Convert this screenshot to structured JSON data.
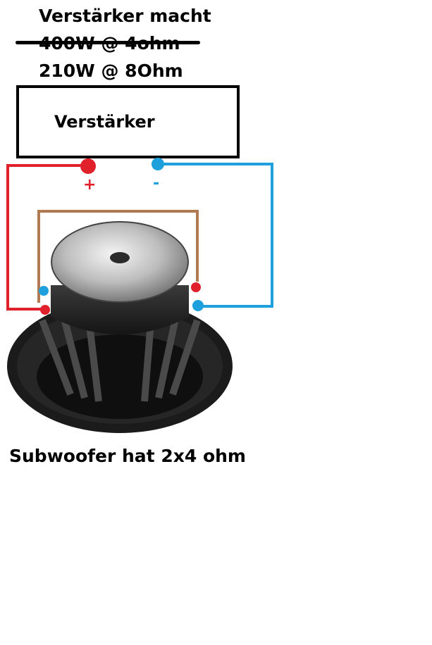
{
  "header": {
    "line1": "Verstärker macht",
    "line2_struck": "400W @ 4ohm",
    "line3": "210W @ 8Ohm"
  },
  "amplifier": {
    "label": "Verstärker"
  },
  "terminals": {
    "positive_sign": "+",
    "negative_sign": "-"
  },
  "caption": "Subwoofer hat 2x4 ohm",
  "colors": {
    "positive_wire": "#e0202a",
    "negative_wire": "#1ea0dc",
    "bridge_wire": "#b07a52",
    "frame": "#000000"
  }
}
